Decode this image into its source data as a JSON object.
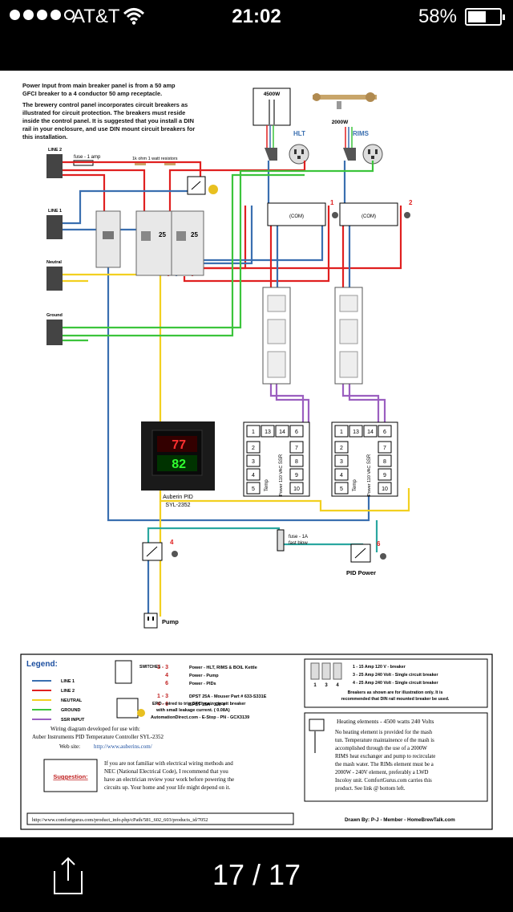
{
  "status_bar": {
    "carrier": "AT&T",
    "time": "21:02",
    "battery_percent": "58%",
    "battery_level": 0.58,
    "signal_bars": 4,
    "signal_total": 5
  },
  "toolbar": {
    "page_indicator": "17 / 17",
    "share_icon": "share-icon"
  },
  "diagram": {
    "intro": [
      "Power Input from main breaker panel is from a 50 amp",
      "GFCI breaker to a 4 conductor 50 amp receptacle.",
      "The brewery control panel incorporates circuit breakers as",
      "illustrated for circuit protection. The breakers must reside",
      "inside the control panel. It is suggested that you install a DIN",
      "rail in your enclosure, and use DIN mount circuit breakers for",
      "this installation."
    ],
    "labels": {
      "element_4500": "4500W",
      "element_2000": "2000W",
      "hlt": "HLT",
      "rims": "RIMS",
      "line2": "LINE 2",
      "line1": "LINE 1",
      "neutral": "Neutral",
      "ground": "Ground",
      "fuse_1amp": "fuse - 1 amp",
      "resistors": "1k ohm 1 watt resistors",
      "breaker_25a": "25",
      "breaker_25b": "25",
      "relay1_num": "1",
      "relay2_num": "2",
      "com": "(COM)",
      "auberin_pid": "Auberin PID",
      "pid_model": "SYL-2352",
      "pid_top_value": "77",
      "pid_bottom_value": "82",
      "fuse_1a": "fuse - 1A",
      "fast_blow": "fast blow",
      "switch4": "4",
      "switch6": "6",
      "pid_power": "PID Power",
      "pump": "Pump",
      "ssr": "SSR",
      "temp": "Temp",
      "power_110": "Power 110 VAC"
    },
    "pid_terminals": [
      "1",
      "13",
      "14",
      "6",
      "2",
      "7",
      "3",
      "8",
      "4",
      "9",
      "5",
      "10"
    ],
    "legend": {
      "title": "Legend:",
      "items": [
        {
          "name": "LINE 1",
          "color": "#3a6fb0"
        },
        {
          "name": "LINE 2",
          "color": "#e02020"
        },
        {
          "name": "NEUTRAL",
          "color": "#f2d020"
        },
        {
          "name": "GROUND",
          "color": "#3cc43c"
        },
        {
          "name": "SSR INPUT",
          "color": "#9b5fc0"
        }
      ],
      "switches_label": "SWITCHES",
      "switch_rows": [
        {
          "num": "1 - 3",
          "desc": "Power - HLT, RIMS & BOIL Kettle"
        },
        {
          "num": "4",
          "desc": "Power - Pump"
        },
        {
          "num": "6",
          "desc": "Power - PIDs"
        },
        {
          "num": "1 - 3",
          "desc": "DPST 25A - Mouser Part # 633-S331E"
        },
        {
          "num": "4 - 6",
          "desc": "SPST 15A - 120 V"
        }
      ],
      "epo_lines": [
        "EPO - wired to trip GFCI main circuit breaker",
        "with small leakage current. ( 0.08A)",
        "AutomationDirect.com  -  E-Stop - PN - GCX3139"
      ],
      "breaker_rows": [
        {
          "num": "1",
          "desc": "1 - 15 Amp 120 V - breaker"
        },
        {
          "num": "3",
          "desc": "3 - 25 Amp 240 Volt - Single circuit breaker"
        },
        {
          "num": "4",
          "desc": "4 - 25 Amp 240 Volt - Single circuit breaker"
        }
      ],
      "breaker_note": [
        "Breakers as shown are for illustration only. It is",
        "recommended that DIN rail mounted breaker be used."
      ],
      "wiring_lines": [
        "Wiring diagram developed for use with:",
        "Auber Instruments PID Temperature Controller SYL-2352"
      ],
      "website_label": "Web site:",
      "website_url": "http://www.auberins.com/",
      "suggestion_label": "Suggestion:",
      "suggestion_lines": [
        "If you are not familiar with electrical wiring methods and",
        "NEC (National Electrical Code), I recommend that you",
        "have an electrician review your work before powering the",
        "circuits up. Your home and your life might depend on it."
      ],
      "heating_title": "Heating elements - 4500 watts 240 Volts",
      "heating_lines": [
        "No heating element is provided for the mash",
        "tun. Temperature maintainence of the mash is",
        "accomplished through the use of a 2000W",
        "RIMS heat exchanger and pump to recirculate",
        "the mash water.  The RIMs element must be a",
        "2000W - 240V element, preferably a LWD",
        "Incoloy unit. ComfortGurus.com carries this",
        "product. See link @ bottom left."
      ],
      "footer_url": "http://www.comfortgurus.com/product_info.php/cPath/581_602_603/products_id/7052",
      "drawn_by": "Drawn By: P-J - Member - HomeBrewTalk.com"
    }
  }
}
